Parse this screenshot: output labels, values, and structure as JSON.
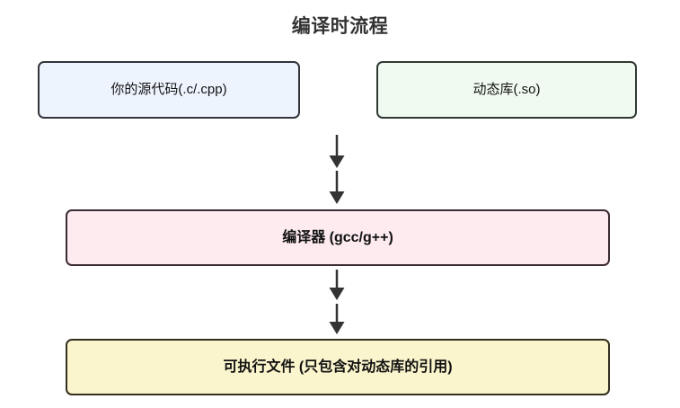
{
  "diagram": {
    "title": "编译时流程",
    "type": "flowchart",
    "direction": "top-to-bottom",
    "nodes": [
      {
        "id": "source",
        "label": "你的源代码(.c/.cpp)",
        "bold": false,
        "fill": "#eef4fd",
        "border": "#33343c",
        "shape": "rounded-rectangle"
      },
      {
        "id": "dynamic_lib",
        "label": "动态库(.so)",
        "bold": false,
        "fill": "#f1faf1",
        "border": "#2f3a33",
        "shape": "rounded-rectangle"
      },
      {
        "id": "compiler",
        "label": "编译器 (gcc/g++)",
        "bold": true,
        "fill": "#fdebf0",
        "border": "#3b2b33",
        "shape": "rounded-rectangle"
      },
      {
        "id": "executable",
        "label": "可执行文件 (只包含对动态库的引用)",
        "bold": true,
        "fill": "#fbf5cd",
        "border": "#33301f",
        "shape": "rounded-rectangle"
      }
    ],
    "edges": [
      {
        "id": "edge-1",
        "from": "source",
        "to": "compiler",
        "style": "solid-arrow",
        "label": ""
      },
      {
        "id": "edge-2",
        "from": "dynamic_lib",
        "to": "compiler",
        "style": "solid-arrow",
        "label": ""
      },
      {
        "id": "edge-3",
        "from": "compiler",
        "to": "executable",
        "style": "solid-arrow",
        "label": ""
      },
      {
        "id": "edge-4",
        "from": "compiler",
        "to": "executable",
        "style": "solid-arrow",
        "label": ""
      }
    ],
    "colors": {
      "title": "#333333",
      "text": "#111111",
      "arrow": "#333333",
      "background": "#ffffff"
    }
  }
}
